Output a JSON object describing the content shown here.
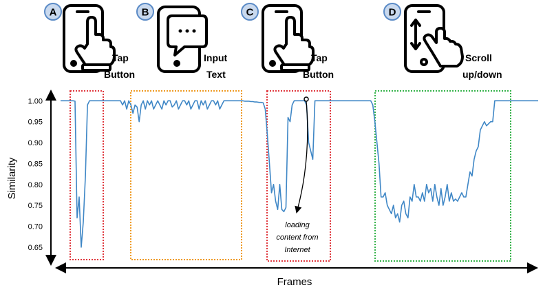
{
  "chart_data": {
    "type": "line",
    "xlabel": "Frames",
    "ylabel": "Similarity",
    "ylim": [
      0.635,
      1.012
    ],
    "yticks": [
      "1.00",
      "0.95",
      "0.90",
      "0.85",
      "0.80",
      "0.75",
      "0.70",
      "0.65"
    ],
    "ytick_values": [
      1.0,
      0.95,
      0.9,
      0.85,
      0.8,
      0.75,
      0.7,
      0.65
    ],
    "series_color": "#3f87c6",
    "x": [
      1,
      2,
      3,
      4,
      5,
      6,
      7,
      8,
      9,
      10,
      11,
      12,
      13,
      14,
      15,
      16,
      17,
      18,
      19,
      20,
      21,
      22,
      23,
      24,
      25,
      26,
      27,
      28,
      29,
      30,
      31,
      32,
      33,
      34,
      35,
      36,
      37,
      38,
      39,
      40,
      41,
      42,
      43,
      44,
      45,
      46,
      47,
      48,
      49,
      50,
      51,
      52,
      53,
      54,
      55,
      56,
      57,
      58,
      59,
      60,
      61,
      62,
      63,
      64,
      65,
      66,
      67,
      68,
      69,
      70,
      71,
      72,
      73,
      74,
      75,
      76,
      77,
      78,
      79,
      80,
      81,
      82,
      83,
      84,
      85,
      86,
      87,
      88,
      89,
      90,
      91,
      92,
      93,
      94,
      95,
      96,
      97,
      98,
      99,
      100,
      101,
      102,
      103,
      104,
      105,
      106,
      107,
      108,
      109,
      110,
      111,
      112,
      113,
      114,
      115,
      116,
      117,
      118,
      119,
      120,
      121,
      122,
      123,
      124,
      125,
      126,
      127,
      128,
      129,
      130,
      131,
      132,
      133,
      134,
      135,
      136,
      137,
      138,
      139,
      140,
      141,
      142,
      143,
      144,
      145,
      146,
      147,
      148,
      149,
      150,
      151,
      152,
      153,
      154,
      155,
      156,
      157,
      158,
      159,
      160,
      161,
      162,
      163,
      164,
      165,
      166,
      167,
      168,
      169,
      170,
      171,
      172,
      173,
      174,
      175,
      176,
      177,
      178,
      179,
      180,
      181,
      182,
      183,
      184,
      185,
      186,
      187,
      188,
      189,
      190,
      191,
      192,
      193,
      194,
      195,
      196,
      197,
      198,
      199,
      200,
      201,
      202,
      203,
      204,
      205,
      206,
      207,
      208,
      209,
      210,
      211,
      212,
      213,
      214,
      215,
      216,
      217,
      218,
      219,
      220,
      221,
      222,
      223,
      224
    ],
    "y": [
      1.0,
      1.0,
      1.0,
      1.0,
      1.0,
      1.0,
      1.0,
      0.999,
      0.72,
      0.77,
      0.65,
      0.71,
      0.82,
      0.99,
      1.0,
      1.0,
      1.0,
      1.0,
      1.0,
      1.0,
      1.0,
      1.0,
      1.0,
      1.0,
      1.0,
      1.0,
      1.0,
      1.0,
      1.0,
      1.0,
      0.99,
      1.0,
      0.98,
      1.0,
      0.99,
      0.97,
      0.99,
      0.985,
      0.95,
      0.99,
      1.0,
      0.98,
      1.0,
      0.99,
      1.0,
      0.98,
      0.99,
      1.0,
      0.99,
      0.98,
      1.0,
      0.99,
      1.0,
      1.0,
      0.985,
      0.99,
      1.0,
      0.98,
      0.99,
      1.0,
      1.0,
      0.99,
      1.0,
      0.98,
      0.99,
      1.0,
      1.0,
      0.98,
      1.0,
      0.99,
      1.0,
      0.98,
      0.99,
      1.0,
      1.0,
      0.99,
      1.0,
      0.98,
      0.99,
      1.0,
      1.0,
      1.0,
      1.0,
      1.0,
      1.0,
      1.0,
      1.0,
      1.0,
      1.0,
      0.999,
      0.999,
      0.999,
      0.998,
      0.998,
      0.997,
      0.997,
      0.996,
      0.996,
      0.995,
      0.98,
      0.92,
      0.85,
      0.78,
      0.8,
      0.76,
      0.74,
      0.8,
      0.74,
      0.735,
      0.745,
      0.96,
      0.95,
      0.99,
      1.0,
      1.0,
      1.0,
      1.0,
      1.0,
      1.0,
      0.99,
      0.9,
      0.88,
      0.86,
      1.0,
      1.0,
      1.0,
      1.0,
      1.0,
      1.0,
      1.0,
      1.0,
      1.0,
      1.0,
      1.0,
      1.0,
      1.0,
      1.0,
      1.0,
      1.0,
      1.0,
      1.0,
      1.0,
      1.0,
      1.0,
      1.0,
      1.0,
      1.0,
      1.0,
      1.0,
      1.0,
      1.0,
      0.99,
      0.95,
      0.9,
      0.85,
      0.77,
      0.77,
      0.78,
      0.75,
      0.74,
      0.73,
      0.75,
      0.72,
      0.73,
      0.71,
      0.75,
      0.76,
      0.73,
      0.72,
      0.77,
      0.76,
      0.8,
      0.77,
      0.77,
      0.76,
      0.78,
      0.76,
      0.8,
      0.78,
      0.79,
      0.76,
      0.8,
      0.77,
      0.75,
      0.79,
      0.75,
      0.77,
      0.8,
      0.76,
      0.78,
      0.76,
      0.765,
      0.76,
      0.77,
      0.78,
      0.77,
      0.77,
      0.8,
      0.83,
      0.82,
      0.86,
      0.88,
      0.89,
      0.93,
      0.94,
      0.95,
      0.94,
      0.945,
      0.95,
      0.95,
      1.0,
      1.0,
      1.0,
      1.0,
      1.0,
      1.0,
      1.0,
      1.0,
      1.0,
      1.0,
      1.0,
      1.0,
      1.0,
      1.0,
      1.0,
      1.0,
      1.0,
      1.0,
      1.0,
      1.0,
      1.0,
      1.0
    ],
    "segments": [
      {
        "letter": "A",
        "label_line1": "Tap",
        "label_line2": "Button",
        "color": "#e0383e"
      },
      {
        "letter": "B",
        "label_line1": "Input",
        "label_line2": "Text",
        "color": "#ef9a22"
      },
      {
        "letter": "C",
        "label_line1": "Tap",
        "label_line2": "Button",
        "color": "#e0383e"
      },
      {
        "letter": "D",
        "label_line1": "Scroll",
        "label_line2": "up/down",
        "color": "#35b34a"
      }
    ],
    "annotation": {
      "line1": "loading",
      "line2": "content from",
      "line3": "Internet"
    }
  },
  "colors": {
    "badge_fill": "#c9d9ee",
    "badge_stroke": "#5a8ac6"
  },
  "icons": [
    "phone-tap-icon",
    "phone-chat-icon",
    "phone-tap-icon",
    "phone-scroll-icon"
  ]
}
